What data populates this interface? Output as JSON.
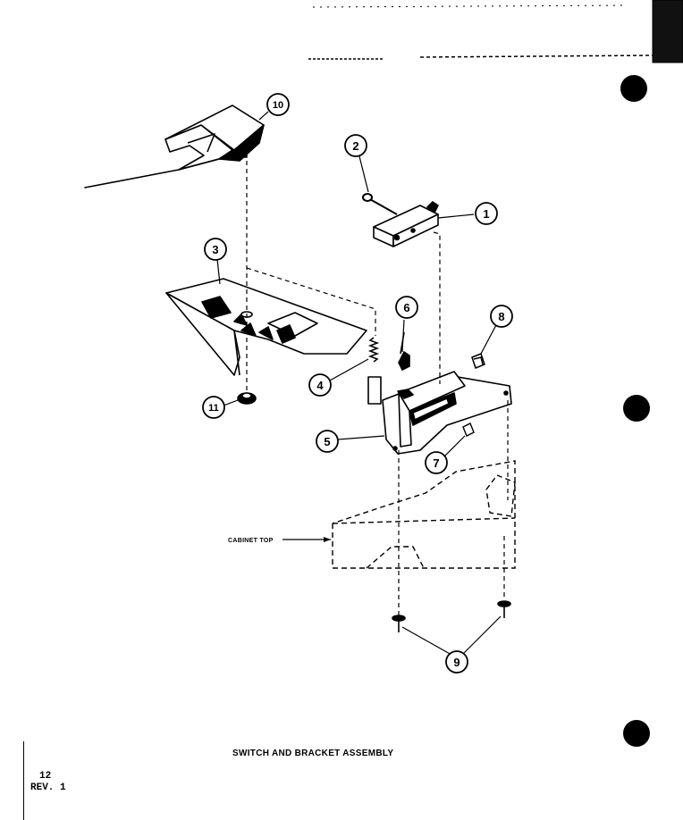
{
  "diagram": {
    "callouts": [
      "1",
      "2",
      "3",
      "4",
      "5",
      "6",
      "7",
      "8",
      "9",
      "10",
      "11"
    ],
    "cabinet_label": "CABINET TOP"
  },
  "caption": "SWITCH AND BRACKET ASSEMBLY",
  "footer": {
    "page_number": "12",
    "revision": "REV. 1"
  }
}
